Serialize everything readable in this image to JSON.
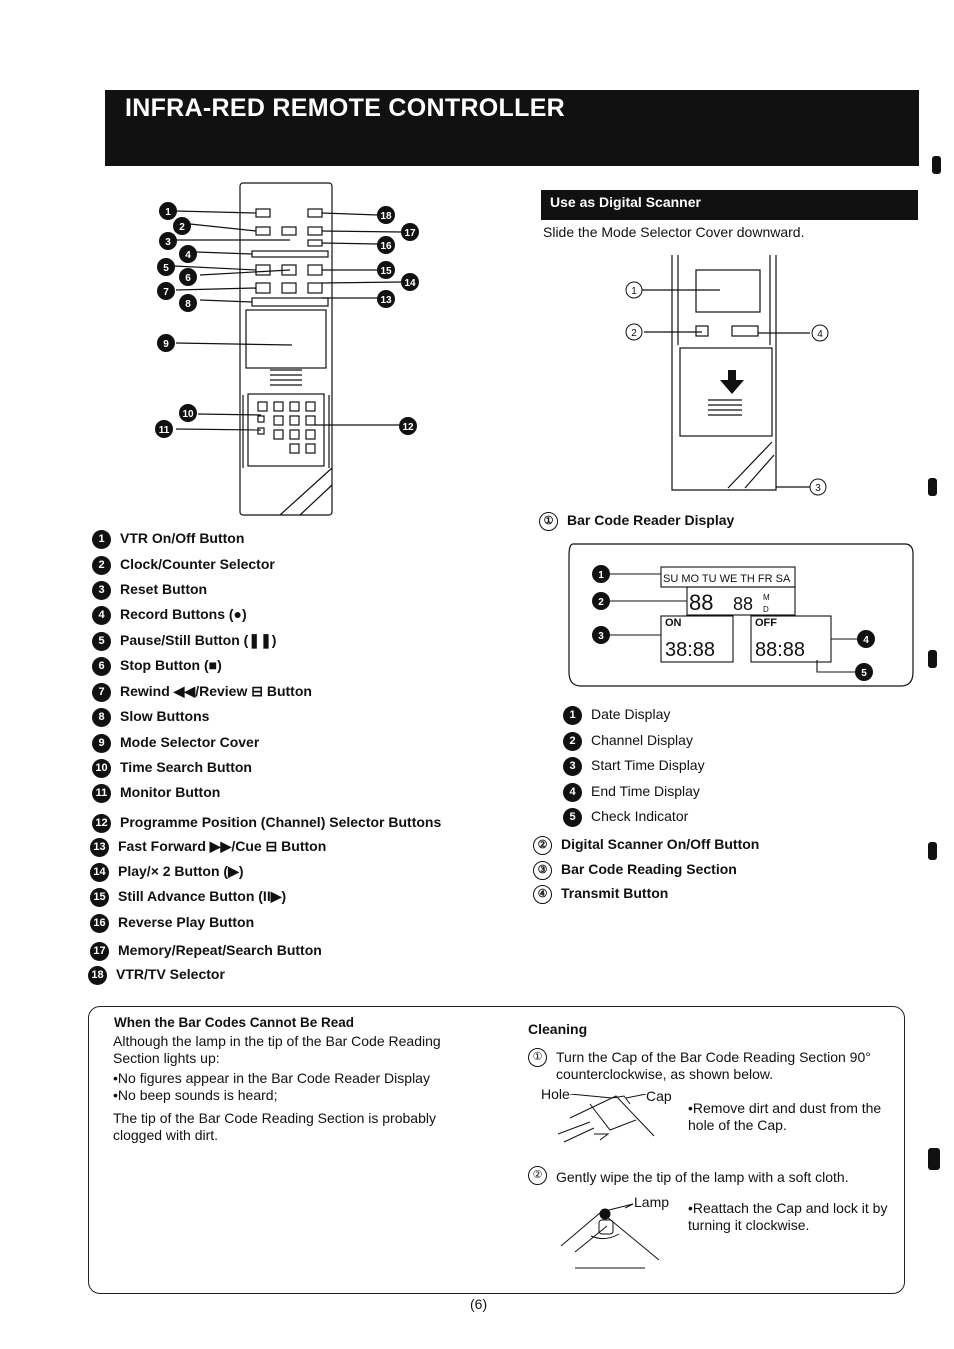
{
  "page": {
    "title": "INFRA-RED REMOTE CONTROLLER",
    "page_number": "(6)"
  },
  "remote_parts": [
    {
      "num": "1",
      "label": "VTR On/Off Button"
    },
    {
      "num": "2",
      "label": "Clock/Counter Selector"
    },
    {
      "num": "3",
      "label": "Reset Button"
    },
    {
      "num": "4",
      "label": "Record Buttons (●)"
    },
    {
      "num": "5",
      "label": "Pause/Still Button (❚❚)"
    },
    {
      "num": "6",
      "label": "Stop Button (■)"
    },
    {
      "num": "7",
      "label": "Rewind ◀◀/Review ⊟ Button"
    },
    {
      "num": "8",
      "label": "Slow Buttons"
    },
    {
      "num": "9",
      "label": "Mode Selector Cover"
    },
    {
      "num": "10",
      "label": "Time Search Button"
    },
    {
      "num": "11",
      "label": "Monitor Button"
    },
    {
      "num": "12",
      "label": "Programme Position (Channel) Selector Buttons"
    },
    {
      "num": "13",
      "label": "Fast Forward ▶▶/Cue ⊟ Button"
    },
    {
      "num": "14",
      "label": "Play/× 2 Button (▶)"
    },
    {
      "num": "15",
      "label": "Still Advance Button (II▶)"
    },
    {
      "num": "16",
      "label": "Reverse Play Button"
    },
    {
      "num": "17",
      "label": "Memory/Repeat/Search Button"
    },
    {
      "num": "18",
      "label": "VTR/TV Selector"
    }
  ],
  "digital_scanner": {
    "heading": "Use as Digital Scanner",
    "instruction": "Slide the Mode Selector Cover downward.",
    "item1_num": "①",
    "item1_label": "Bar Code Reader Display",
    "display_parts": [
      {
        "num": "1",
        "label": "Date Display"
      },
      {
        "num": "2",
        "label": "Channel Display"
      },
      {
        "num": "3",
        "label": "Start Time Display"
      },
      {
        "num": "4",
        "label": "End Time Display"
      },
      {
        "num": "5",
        "label": "Check Indicator"
      }
    ],
    "other_parts": [
      {
        "num": "②",
        "label": "Digital Scanner On/Off Button"
      },
      {
        "num": "③",
        "label": "Bar Code Reading Section"
      },
      {
        "num": "④",
        "label": "Transmit Button"
      }
    ],
    "lcd": {
      "days": "SU MO TU WE TH FR SA",
      "channel": "88",
      "date_digits": "88",
      "md_m": "M",
      "md_d": "D",
      "on_label": "ON",
      "off_label": "OFF",
      "start_time": "38:88",
      "end_time": "88:88"
    }
  },
  "bar_codes_box": {
    "heading": "When the Bar Codes Cannot Be Read",
    "intro": "Although the lamp in the tip of the Bar Code Reading Section lights up:",
    "bullet1": "•No figures appear in the Bar Code Reader Display",
    "bullet2": "•No beep sounds is heard;",
    "conclusion": "The tip of the Bar Code Reading Section is probably clogged with dirt."
  },
  "cleaning": {
    "heading": "Cleaning",
    "step1_num": "①",
    "step1": "Turn the Cap of the Bar Code Reading Section 90° counterclockwise, as shown below.",
    "hole_label": "Hole",
    "cap_label": "Cap",
    "note1": "•Remove dirt and dust from the hole of the Cap.",
    "step2_num": "②",
    "step2": "Gently wipe the tip of the lamp with a soft cloth.",
    "lamp_label": "Lamp",
    "note2": "•Reattach the Cap and lock it by turning it clockwise."
  },
  "colors": {
    "ink": "#111111",
    "paper": "#ffffff"
  }
}
